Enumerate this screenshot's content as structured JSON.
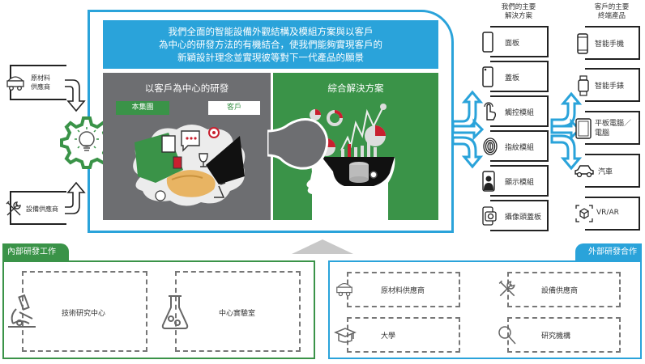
{
  "left_inputs": {
    "raw_material": {
      "label_line1": "原材料",
      "label_line2": "供應商",
      "icon": "mine-cart-icon"
    },
    "equipment": {
      "label": "設備供應商",
      "icon": "tools-icon"
    },
    "hub_icon": "gear-lightbulb-icon"
  },
  "banner": {
    "line1": "我們全面的智能設備外觀結構及模組方案與以客戶",
    "line2": "為中心的研發方法的有機結合，使我們能夠實現客戶的",
    "line3": "新穎設計理念並實現彼等對下一代產品的願景"
  },
  "customer_rd": {
    "title": "以客戶為中心的研發",
    "tag_group": "本集團",
    "tag_customer": "客戶",
    "illustration": "handshake-cloud-icon"
  },
  "solutions_panel": {
    "title": "綜合解決方案",
    "illustration": "head-data-icon"
  },
  "our_solutions": {
    "header_line1": "我們的主要",
    "header_line2": "解決方案",
    "items": [
      {
        "label": "面板",
        "icon": "phone-panel-icon"
      },
      {
        "label": "蓋板",
        "icon": "cover-plate-icon"
      },
      {
        "label": "觸控模組",
        "icon": "touch-icon"
      },
      {
        "label": "指紋模組",
        "icon": "fingerprint-icon"
      },
      {
        "label": "顯示模組",
        "icon": "display-person-icon"
      },
      {
        "label": "攝像頭蓋板",
        "icon": "camera-icon"
      }
    ]
  },
  "end_products": {
    "header_line1": "客戶的主要",
    "header_line2": "終端產品",
    "items": [
      {
        "label": "智能手機",
        "icon": "smartphone-icon"
      },
      {
        "label": "智能手錶",
        "icon": "smartwatch-icon"
      },
      {
        "label_line1": "平板電腦／",
        "label_line2": "電腦",
        "icon": "tablet-icon"
      },
      {
        "label": "汽車",
        "icon": "car-icon"
      },
      {
        "label": "VR/AR",
        "icon": "vr-cube-icon"
      }
    ]
  },
  "internal_rd": {
    "tab": "內部研發工作",
    "items": [
      {
        "label": "技術研究中心",
        "icon": "microscope-icon"
      },
      {
        "label": "中心實驗室",
        "icon": "flask-icon"
      }
    ]
  },
  "external_rd": {
    "tab": "外部研發合作",
    "items": [
      {
        "label": "原材料供應商",
        "icon": "mine-cart-icon"
      },
      {
        "label": "設備供應商",
        "icon": "tools-icon"
      },
      {
        "label": "大學",
        "icon": "graduation-cap-icon"
      },
      {
        "label": "研究機構",
        "icon": "magnifier-icon"
      }
    ]
  },
  "colors": {
    "blue": "#2aa3da",
    "green": "#3a9348",
    "gray": "#6d6e71",
    "red": "#c8202f",
    "skin": "#e8b463"
  }
}
